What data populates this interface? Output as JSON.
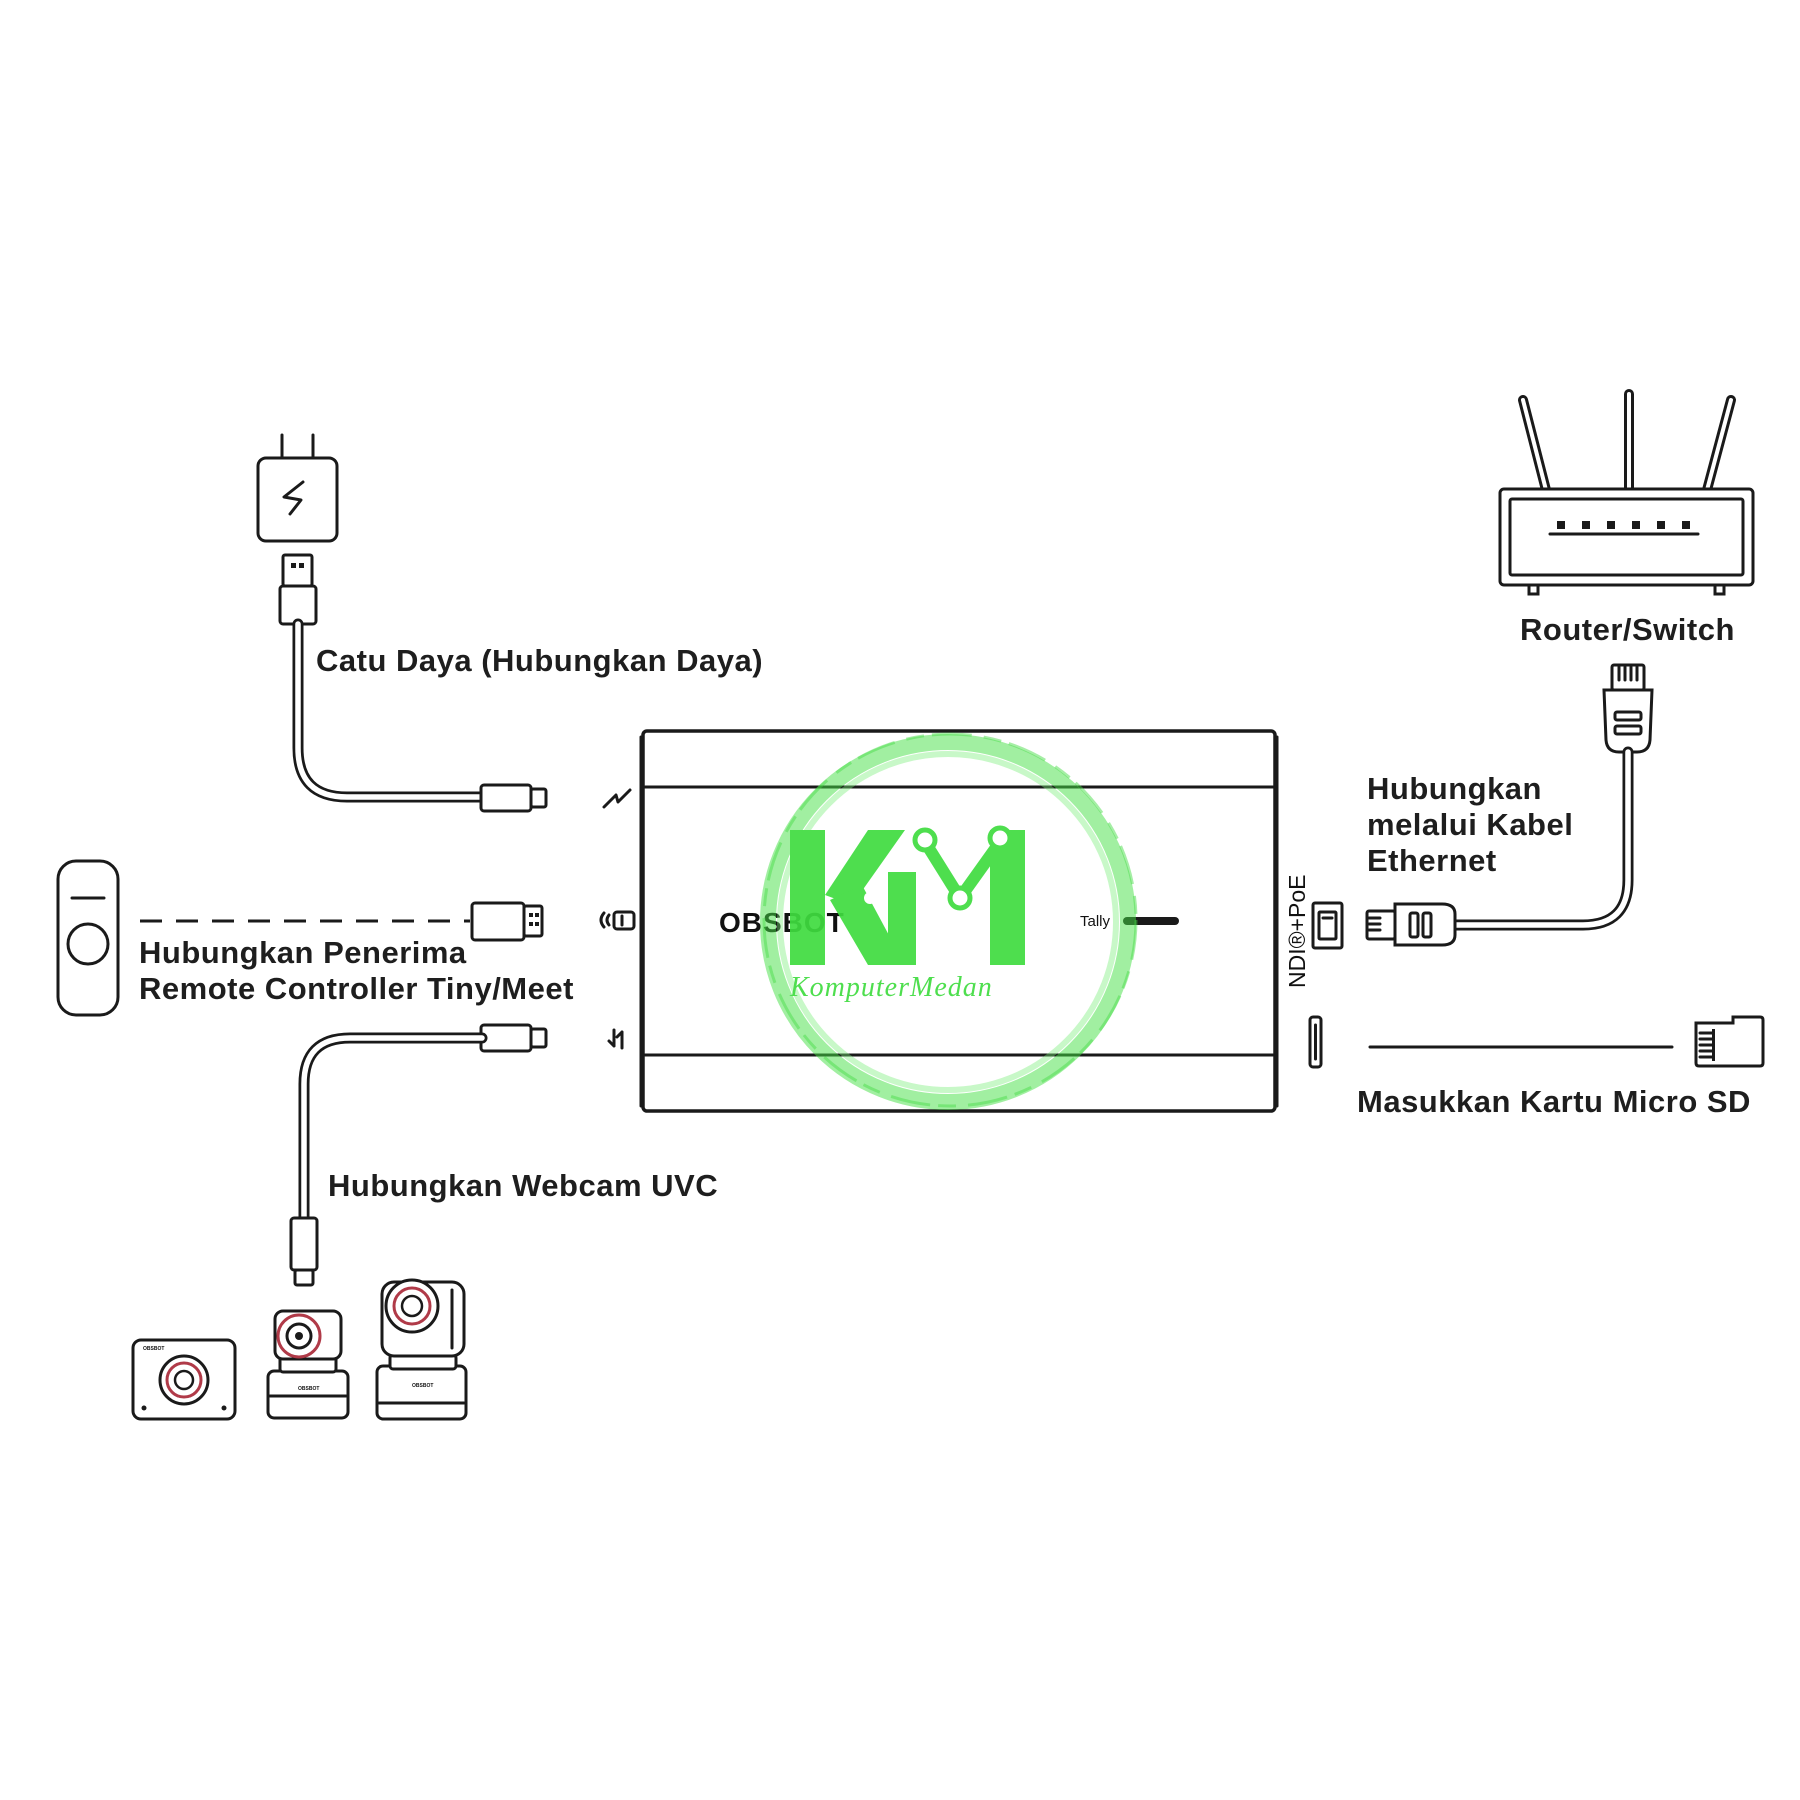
{
  "labels": {
    "power": "Catu Daya (Hubungkan Daya)",
    "receiver_line1": "Hubungkan Penerima",
    "receiver_line2": "Remote Controller Tiny/Meet",
    "webcam": "Hubungkan Webcam UVC",
    "router": "Router/Switch",
    "ethernet_line1": "Hubungkan",
    "ethernet_line2": "melalui Kabel",
    "ethernet_line3": "Ethernet",
    "sd": "Masukkan Kartu Micro SD"
  },
  "device": {
    "brand": "OBSBOT",
    "tally": "Tally",
    "port_label": "NDI®+PoE"
  },
  "watermark": {
    "logo": "KM",
    "text": "KomputerMedan",
    "color": "#3fdc3f"
  },
  "camera_brand": "OBSBOT"
}
